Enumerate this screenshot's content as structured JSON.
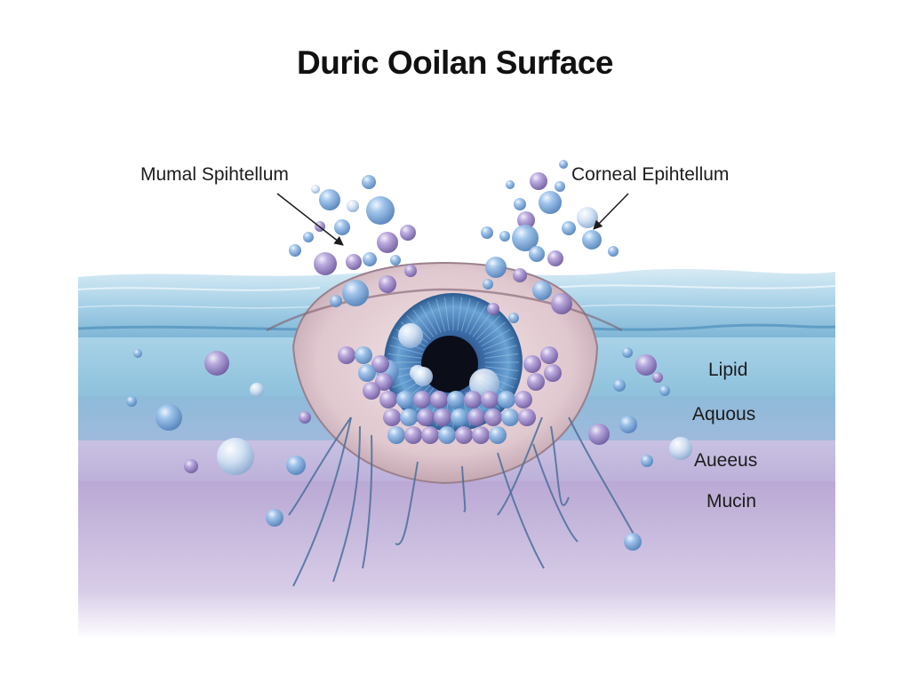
{
  "title": "Duric Ooilan Surface",
  "callouts": {
    "left": "Mumal Spihtellum",
    "right": "Corneal Epihtellum"
  },
  "layers": [
    "Lipid",
    "Aquous",
    "Aueeus",
    "Mucin"
  ],
  "colors": {
    "water": "#8fc3de",
    "layer_blue": "#8fbfdb",
    "layer_purple": "#c0b7dc",
    "mucin": "#bfaed6",
    "iris": "#3f7fb8",
    "bubble_blue": "#6f9fd3",
    "bubble_purple": "#9b86c4",
    "nerve": "#4a6f9c"
  }
}
